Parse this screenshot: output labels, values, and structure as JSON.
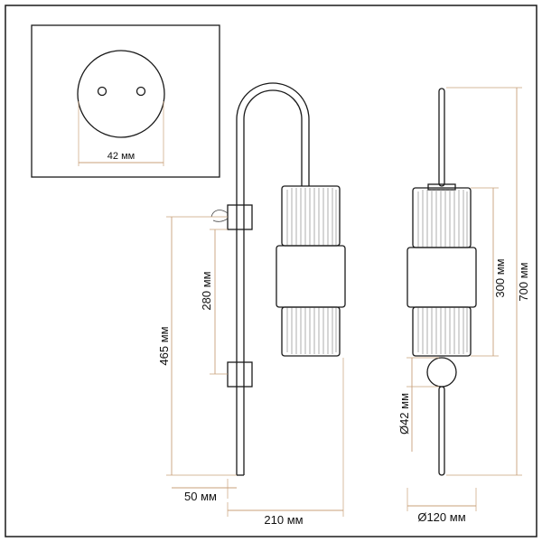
{
  "dimensions": {
    "mount_diameter": "42 мм",
    "total_height_side": "465 мм",
    "fixture_spacing": "280 мм",
    "wall_offset": "50 мм",
    "projection": "210 мм",
    "shade_height": "300 мм",
    "total_height": "700 мм",
    "ball_diameter": "Ø42 мм",
    "shade_diameter": "Ø120 мм"
  },
  "colors": {
    "outline": "#1a1a1a",
    "dimension_line": "#c9a07a",
    "shade_ribs": "#9a9a9a",
    "knurl_band": "#7a7a7a"
  }
}
